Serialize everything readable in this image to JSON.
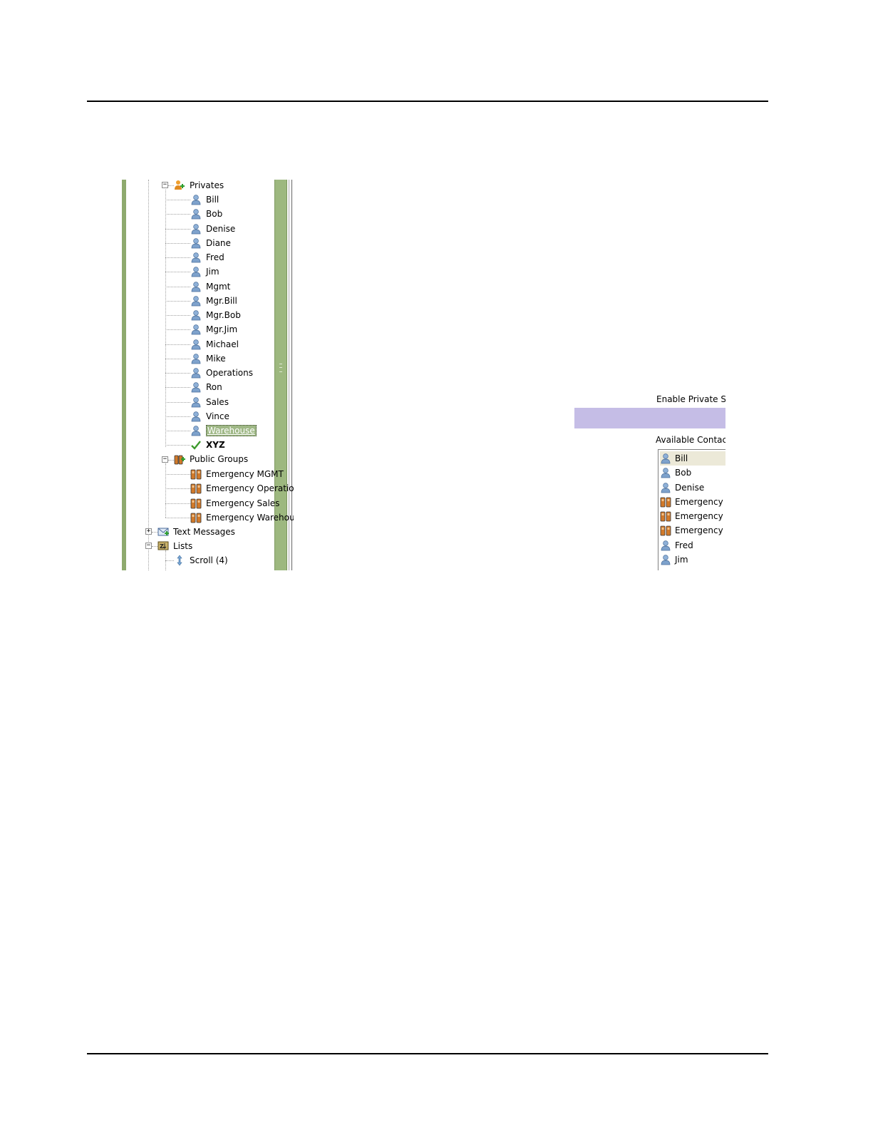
{
  "tree": {
    "privates": {
      "label": "Privates",
      "expander": "−",
      "icon": "contact-group-add-icon",
      "items": [
        "Bill",
        "Bob",
        "Denise",
        "Diane",
        "Fred",
        "Jim",
        "Mgmt",
        "Mgr.Bill",
        "Mgr.Bob",
        "Mgr.Jim",
        "Michael",
        "Mike",
        "Operations",
        "Ron",
        "Sales",
        "Vince",
        "Warehouse"
      ],
      "selected": "Warehouse",
      "xyz_label": "XYZ"
    },
    "public_groups": {
      "label": "Public Groups",
      "expander": "−",
      "items": [
        "Emergency MGMT",
        "Emergency Operations",
        "Emergency Sales",
        "Emergency Warehouse"
      ]
    },
    "text_messages": {
      "label": "Text Messages",
      "expander": "+"
    },
    "lists": {
      "label": "Lists",
      "expander": "−",
      "scroll_label": "Scroll (4)"
    }
  },
  "right_panel": {
    "enable_label": "Enable Private Scr",
    "available_label": "Available Contacts",
    "contacts": [
      {
        "label": "Bill",
        "icon": "person-icon",
        "highlighted": true
      },
      {
        "label": "Bob",
        "icon": "person-icon"
      },
      {
        "label": "Denise",
        "icon": "person-icon"
      },
      {
        "label": "Emergency M",
        "icon": "radio-group-icon"
      },
      {
        "label": "Emergency O",
        "icon": "radio-group-icon"
      },
      {
        "label": "Emergency S",
        "icon": "radio-group-icon"
      },
      {
        "label": "Fred",
        "icon": "person-icon"
      },
      {
        "label": "Jim",
        "icon": "person-icon"
      }
    ]
  },
  "colors": {
    "splitter": "#9db87f",
    "selection": "#9fb886",
    "purple_bar": "#c5bde6",
    "list_highlight": "#ece9d8"
  }
}
